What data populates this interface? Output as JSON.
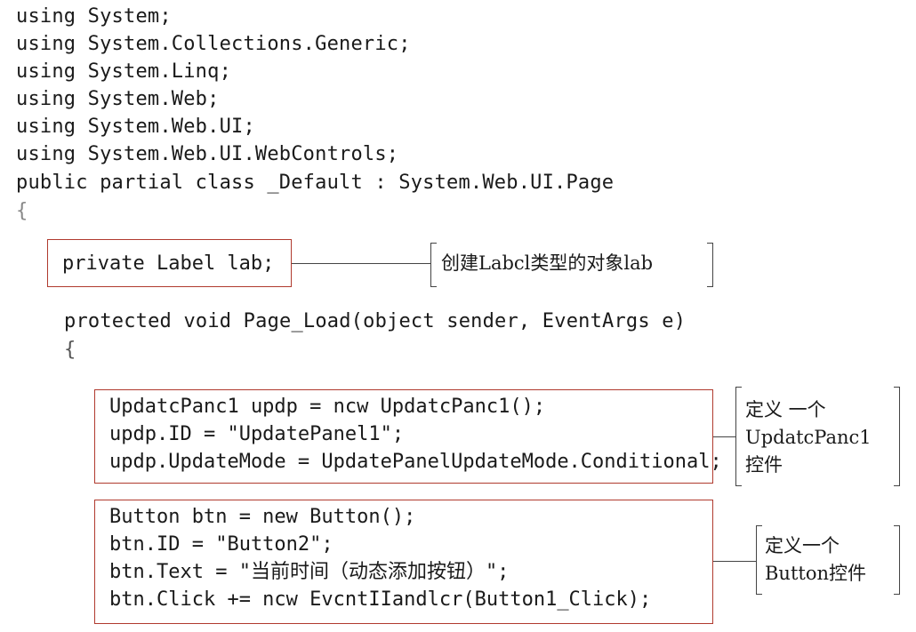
{
  "code_top": [
    "using System;",
    "using System.Collections.Generic;",
    "using System.Linq;",
    "using System.Web;",
    "using System.Web.UI;",
    "using System.Web.UI.WebControls;",
    "public partial class _Default : System.Web.UI.Page",
    "{"
  ],
  "box_field": {
    "line": "private Label lab;",
    "annotation": "创建Labcl类型的对象lab"
  },
  "method": {
    "signature": "protected void Page_Load(object sender, EventArgs e)",
    "open_brace": "{"
  },
  "box_updatepanel": {
    "lines": [
      "UpdatcPanc1 updp = ncw UpdatcPanc1();",
      "updp.ID = \"UpdatePanel1\";",
      "updp.UpdateMode = UpdatePanelUpdateMode.Conditional;"
    ],
    "annotation": [
      "定义 一个",
      "UpdatcPanc1",
      "控件"
    ]
  },
  "box_button": {
    "lines": [
      "Button btn = new Button();",
      "btn.ID = \"Button2\";",
      "btn.Text = \"当前时间（动态添加按钮）\";",
      "btn.Click += ncw EvcntIIandlcr(Button1_Click);"
    ],
    "annotation": [
      "定义一个",
      "Button控件"
    ]
  }
}
